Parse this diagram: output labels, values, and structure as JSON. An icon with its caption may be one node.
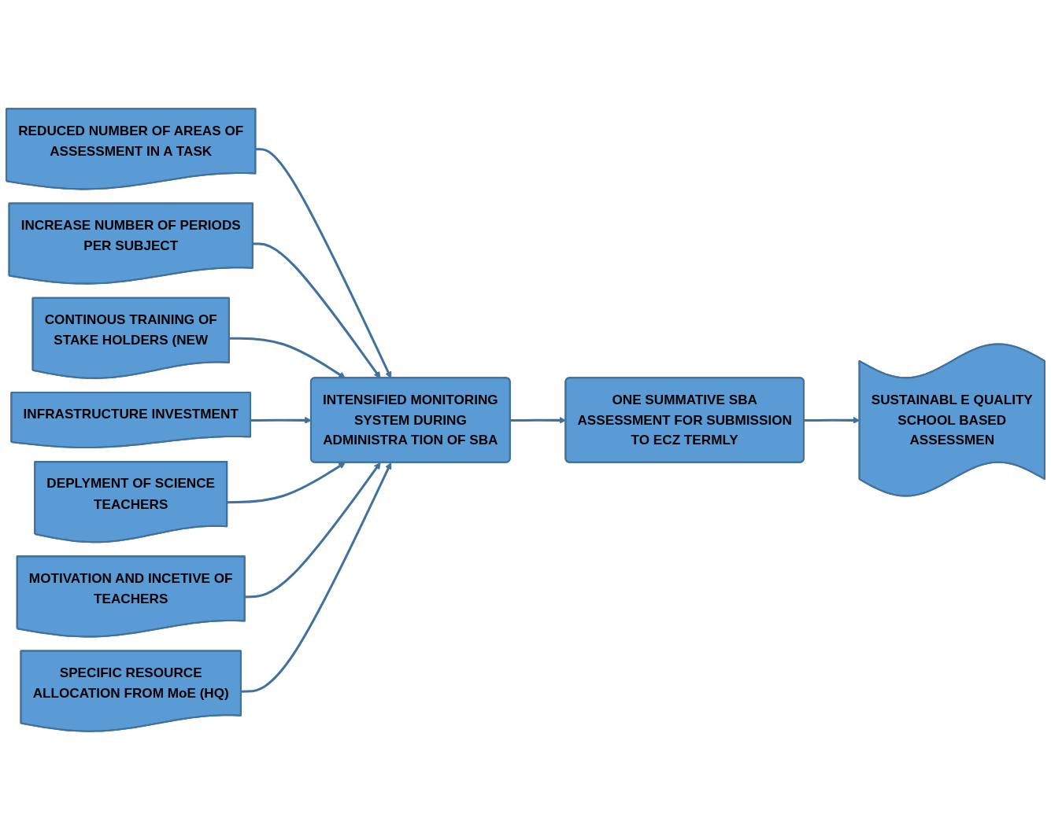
{
  "diagram": {
    "nodes": [
      {
        "text": [
          "REDUCED NUMBER OF AREAS OF ASSESSMENT IN A TASK"
        ]
      },
      {
        "text": [
          "INCREASE NUMBER OF PERIODS PER SUBJECT"
        ]
      },
      {
        "text": [
          "CONTINOUS TRAINING OF STAKE HOLDERS (NEW"
        ]
      },
      {
        "text": [
          "INFRASTRUCTURE INVESTMENT"
        ]
      },
      {
        "text": [
          "DEPLYMENT OF SCIENCE TEACHERS"
        ]
      },
      {
        "text": [
          "MOTIVATION AND INCETIVE OF TEACHERS"
        ]
      },
      {
        "text": [
          "SPECIFIC RESOURCE ALLOCATION FROM MoE (HQ)"
        ]
      },
      {
        "text": [
          "INTENSIFIED MONITORING SYSTEM DURING ADMINISTRA TION OF SBA"
        ]
      },
      {
        "text": [
          "ONE SUMMATIVE SBA ASSESSMENT FOR SUBMISSION TO ECZ TERMLY"
        ]
      },
      {
        "text": [
          "SUSTAINABL E QUALITY SCHOOL BASED ASSESSMEN"
        ]
      }
    ],
    "edges": [
      {
        "from": 0,
        "to": 7,
        "arrow": "to"
      },
      {
        "from": 1,
        "to": 7,
        "arrow": "to"
      },
      {
        "from": 2,
        "to": 7,
        "arrow": "to"
      },
      {
        "from": 3,
        "to": 7,
        "arrow": "to"
      },
      {
        "from": 4,
        "to": 7,
        "arrow": "to"
      },
      {
        "from": 5,
        "to": 7,
        "arrow": "to"
      },
      {
        "from": 6,
        "to": 7,
        "arrow": "to"
      },
      {
        "from": 7,
        "to": 8,
        "arrow": "to"
      },
      {
        "from": 8,
        "to": 9,
        "arrow": "to"
      }
    ]
  }
}
